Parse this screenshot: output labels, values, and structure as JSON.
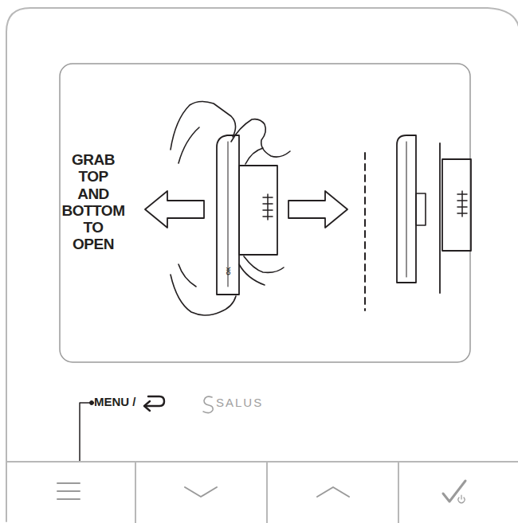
{
  "diagram": {
    "labels": [
      "GRAB TOP AND BOTTOM TO OPEN",
      "MENU /",
      "SALUS",
      "OK"
    ]
  }
}
